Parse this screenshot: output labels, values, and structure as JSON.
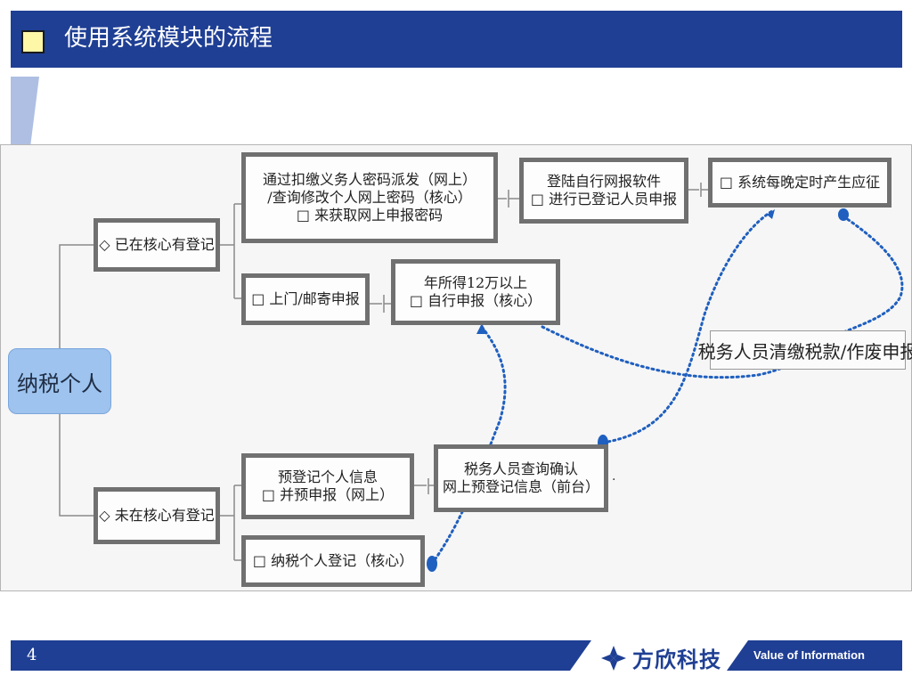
{
  "header": {
    "title": "使用系统模块的流程"
  },
  "diagram": {
    "root": "纳税个人",
    "registered": "◇ 已在核心有登记",
    "unregistered": "◇ 未在核心有登记",
    "n1": [
      "通过扣缴义务人密码派发（网上）",
      "/查询修改个人网上密码（核心）",
      "□ 来获取网上申报密码"
    ],
    "n2": [
      "登陆自行网报软件",
      "□ 进行已登记人员申报"
    ],
    "n3": "□ 系统每晚定时产生应征",
    "n4": "□ 上门/邮寄申报",
    "n5": [
      "年所得12万以上",
      "□ 自行申报（核心）"
    ],
    "n6": "税务人员清缴税款/作废申报",
    "n7": [
      "预登记个人信息",
      "□ 并预申报（网上）"
    ],
    "n8": [
      "税务人员查询确认",
      "网上预登记信息（前台）"
    ],
    "n9": "□ 纳税个人登记（核心）",
    "stray_dot": "."
  },
  "footer": {
    "page_number": "4",
    "brand": "方欣科技",
    "tagline": "Value of Information"
  },
  "colors": {
    "header": "#1f3f94",
    "root": "#9dc3ee",
    "border": "#707070",
    "arrow": "#1f5fbf"
  }
}
